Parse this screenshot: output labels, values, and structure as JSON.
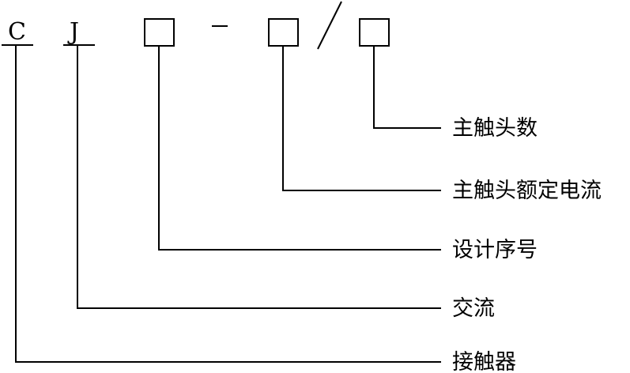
{
  "code": {
    "letter_c": "C",
    "letter_j": "J",
    "dash": "-",
    "slash": "/"
  },
  "labels": {
    "main_contact_count": "主触头数",
    "main_contact_rated_current": "主触头额定电流",
    "design_serial": "设计序号",
    "ac": "交流",
    "contactor": "接触器"
  }
}
